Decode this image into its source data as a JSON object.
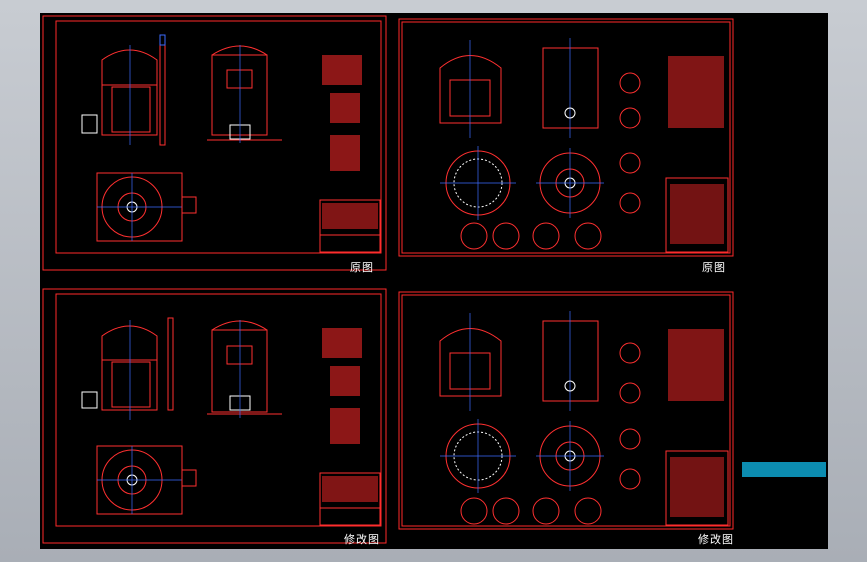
{
  "colors": {
    "background": "#b7bcc3",
    "canvas": "#000000",
    "frame": "#ff2a2a",
    "line": "#ff3030",
    "highlight": "#ffffff",
    "center": "#3d6bff",
    "note": "#0c8cb0"
  },
  "sheets": [
    {
      "id": "top-left",
      "caption": "原图"
    },
    {
      "id": "top-right",
      "caption": "原图"
    },
    {
      "id": "bottom-left",
      "caption": "修改图"
    },
    {
      "id": "bottom-right",
      "caption": "修改图"
    }
  ],
  "note": {
    "text": ""
  }
}
